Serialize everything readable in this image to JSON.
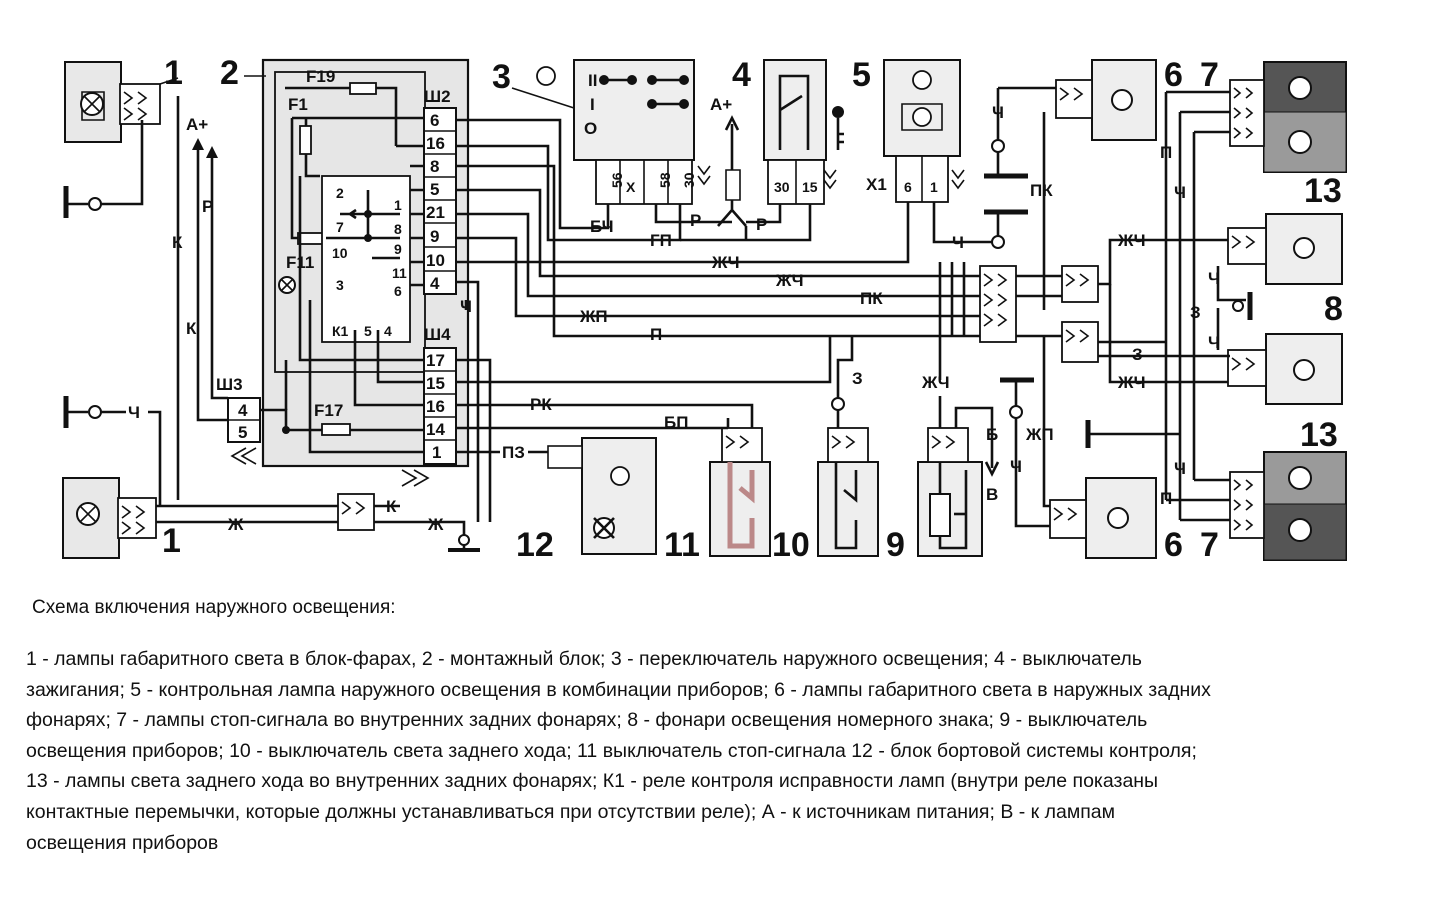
{
  "callouts": {
    "n1": "1",
    "n2": "2",
    "n3": "3",
    "n4": "4",
    "n5": "5",
    "n6": "6",
    "n7": "7",
    "n8": "8",
    "n9": "9",
    "n10": "10",
    "n11": "11",
    "n12": "12",
    "n13": "13"
  },
  "block": {
    "sh2": "Ш2",
    "sh3": "Ш3",
    "sh4": "Ш4",
    "f19": "F19",
    "f1": "F1",
    "f11": "F11",
    "f17": "F17",
    "k1": "К1",
    "sh2_pins": [
      "6",
      "16",
      "8",
      "5",
      "21",
      "9",
      "10",
      "4"
    ],
    "sh4_pins": [
      "17",
      "15",
      "16",
      "14",
      "1"
    ],
    "sh3_pins": [
      "4",
      "5"
    ],
    "relay_pins": [
      "2",
      "1",
      "7",
      "8",
      "10",
      "9",
      "11",
      "3",
      "6",
      "5",
      "4"
    ]
  },
  "switch3": {
    "pos_top": "II",
    "pos_mid": "I",
    "pos_bot": "O",
    "terminals": [
      "56",
      "X",
      "58",
      "30"
    ]
  },
  "switch4": {
    "terminals": [
      "30",
      "15"
    ]
  },
  "lamp5": {
    "connector": "X1",
    "terminals": [
      "6",
      "1"
    ]
  },
  "power": {
    "a_plus_1": "А+",
    "a_plus_2": "А+",
    "v_label": "В"
  },
  "wire_labels": {
    "bch": "БЧ",
    "gp": "ГП",
    "zhch1": "ЖЧ",
    "zhch2": "ЖЧ",
    "pk1": "ПК",
    "zhp1": "ЖП",
    "p1": "П",
    "rk": "РК",
    "bp": "БП",
    "pz": "ПЗ",
    "zh1": "Ж",
    "zh2": "Ж",
    "k1": "К",
    "k2": "К",
    "k3": "К",
    "r1": "Р",
    "r2": "Р",
    "r3": "Р",
    "ch1": "Ч",
    "ch2": "Ч",
    "ch3": "Ч",
    "ch4": "Ч",
    "ch5": "Ч",
    "ch6": "Ч",
    "ch7": "Ч",
    "ch8": "Ч",
    "pk2": "ПК",
    "zhch3": "ЖЧ",
    "zhch4": "ЖЧ",
    "zhch5": "ЖЧ",
    "z1": "З",
    "z2": "З",
    "z3": "З",
    "b": "Б",
    "zhp2": "ЖП",
    "p2": "П",
    "p3": "П"
  },
  "caption": {
    "title": "Схема включения наружного освещения:",
    "lines": [
      "1 - лампы габаритного света в блок-фарах, 2 - монтажный блок; 3 - переключатель наружного освещения; 4 - выключатель",
      "зажигания; 5 - контрольная лампа наружного освещения в комбинации приборов; 6 - лампы габаритного света в наружных задних",
      "фонарях; 7 - лампы стоп-сигнала во внутренних задних фонарях; 8 - фонари освещения номерного знака; 9 - выключатель",
      "освещения приборов; 10 - выключатель света заднего хода; 11 выключатель стоп-сигнала 12 - блок бортовой системы контроля;",
      "13 - лампы света заднего хода во внутренних задних фонарях; К1 - реле контроля исправности ламп (внутри реле показаны",
      "контактные перемычки, которые должны устанавливаться при отсутствии реле); А - к источникам питания; В - к лампам",
      "освещения приборов"
    ]
  }
}
